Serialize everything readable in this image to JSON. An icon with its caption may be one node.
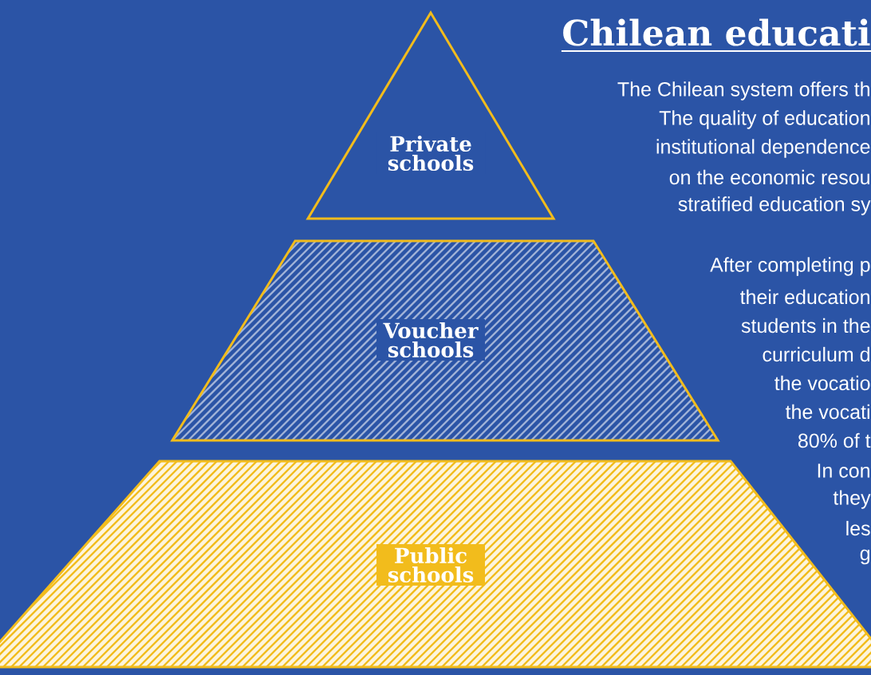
{
  "diagram": {
    "title": "Chilean educati",
    "nodes": [
      {
        "text": [
          "Private schools"
        ]
      },
      {
        "text": [
          "Voucher schools"
        ]
      },
      {
        "text": [
          "Public schools"
        ]
      }
    ],
    "labels": [
      "The Chilean system offers th",
      "The quality of education",
      "institutional dependence",
      "on the economic resou",
      "stratified education sy",
      "After completing p",
      "their education",
      "students in the",
      "curriculum d",
      "the vocatio",
      "the vocati",
      "80% of t",
      "In con",
      "they",
      "les",
      "g"
    ]
  }
}
